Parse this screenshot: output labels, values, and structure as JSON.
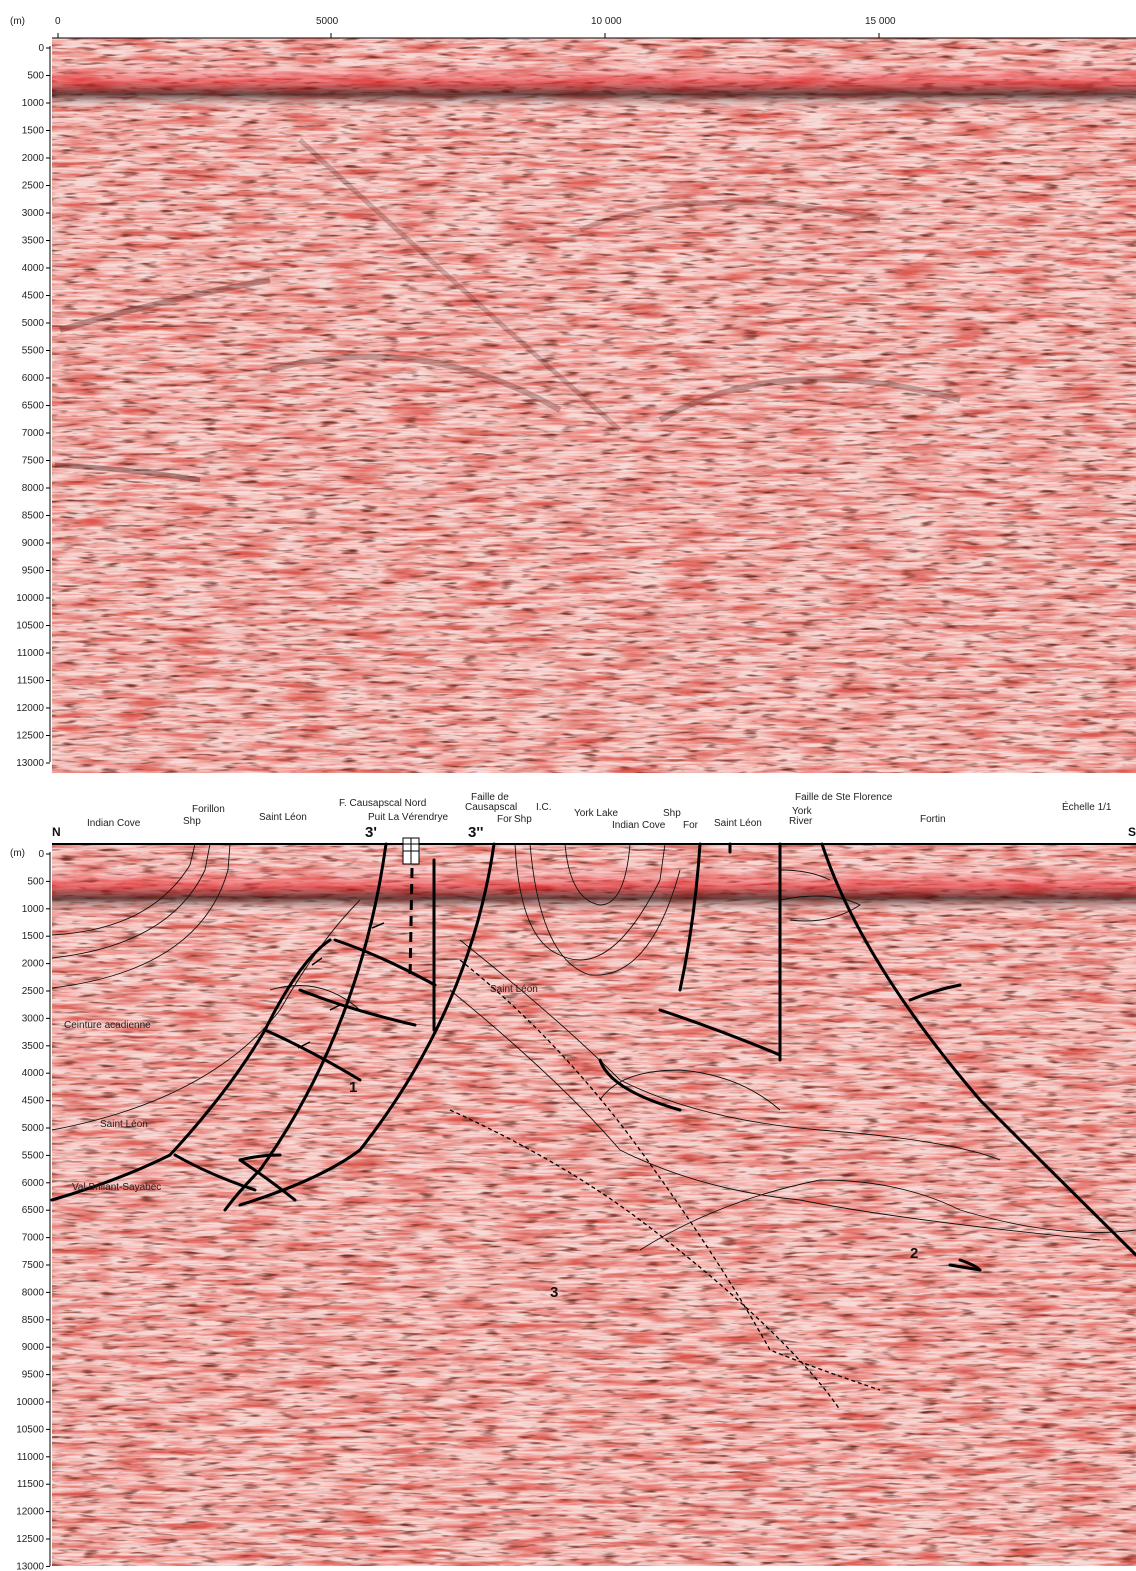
{
  "top_panel": {
    "unit_label": "(m)",
    "x_ticks": [
      "0",
      "5000",
      "10 000",
      "15 000"
    ],
    "depth_ticks": [
      "0",
      "500",
      "1000",
      "1500",
      "2000",
      "2500",
      "3000",
      "3500",
      "4000",
      "4500",
      "5000",
      "5500",
      "6000",
      "6500",
      "7000",
      "7500",
      "8000",
      "8500",
      "9000",
      "9500",
      "10000",
      "10500",
      "11000",
      "11500",
      "12000",
      "12500",
      "13000"
    ]
  },
  "bottom_panel": {
    "unit_label": "(m)",
    "scale_note": "Échelle 1/1",
    "north": "N",
    "south": "S",
    "surface_labels": {
      "indian_cove": "Indian Cove",
      "forillon": "Forillon",
      "shp_1": "Shp",
      "saint_leon_1": "Saint Léon",
      "f_causapscal_nord": "F. Causapscal Nord",
      "puit_la_verendrye": "Puit La Vérendrye",
      "faille_de_causapscal_1": "Faille de",
      "faille_de_causapscal_2": "Causapscal",
      "ic": "I.C.",
      "for_1": "For",
      "shp_2": "Shp",
      "york_lake": "York Lake",
      "shp_3": "Shp",
      "indian_cove_2": "Indian Cove",
      "for_2": "For",
      "saint_leon_2": "Saint Léon",
      "faille_ste_florence": "Faille de Ste Florence",
      "york": "York",
      "river": "River",
      "fortin": "Fortin"
    },
    "fault_numbers": {
      "three_prime": "3'",
      "three_double_prime": "3''"
    },
    "section_labels": {
      "ceinture": "Ceinture acadienne",
      "saint_leon_inner": "Saint Léon",
      "saint_leon_left": "Saint Léon",
      "val_brillant": "Val Brillant-Sayabec",
      "zone_1": "1",
      "zone_2": "2",
      "zone_3": "3"
    },
    "depth_ticks": [
      "0",
      "500",
      "1000",
      "1500",
      "2000",
      "2500",
      "3000",
      "3500",
      "4000",
      "4500",
      "5000",
      "5500",
      "6000",
      "6500",
      "7000",
      "7500",
      "8000",
      "8500",
      "9000",
      "9500",
      "10000",
      "10500",
      "11000",
      "11500",
      "12000",
      "12500",
      "13000"
    ]
  },
  "colors": {
    "seismic_base": "#f7d9d6",
    "seismic_red": "#c0392b",
    "seismic_dark": "#3a0f0c",
    "shallow_red": "#e8252c"
  }
}
